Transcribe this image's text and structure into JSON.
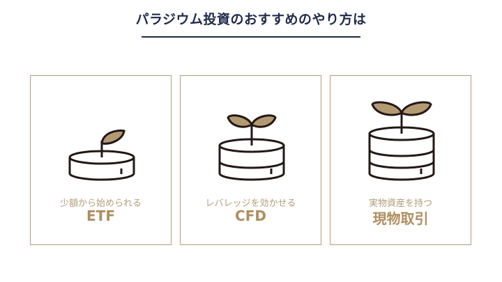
{
  "header": {
    "title": "パラジウム投資のおすすめのやり方は"
  },
  "cards": [
    {
      "subtitle": "少額から始められる",
      "label": "ETF",
      "coins": 1,
      "leaves": 1
    },
    {
      "subtitle": "レバレッジを効かせる",
      "label": "CFD",
      "coins": 2,
      "leaves": 2
    },
    {
      "subtitle": "実物資産を持つ",
      "label": "現物取引",
      "coins": 3,
      "leaves": 2
    }
  ],
  "colors": {
    "navy": "#1f2a4a",
    "gold": "#b39c78",
    "leaf": "#b39a72",
    "line": "#231815"
  }
}
